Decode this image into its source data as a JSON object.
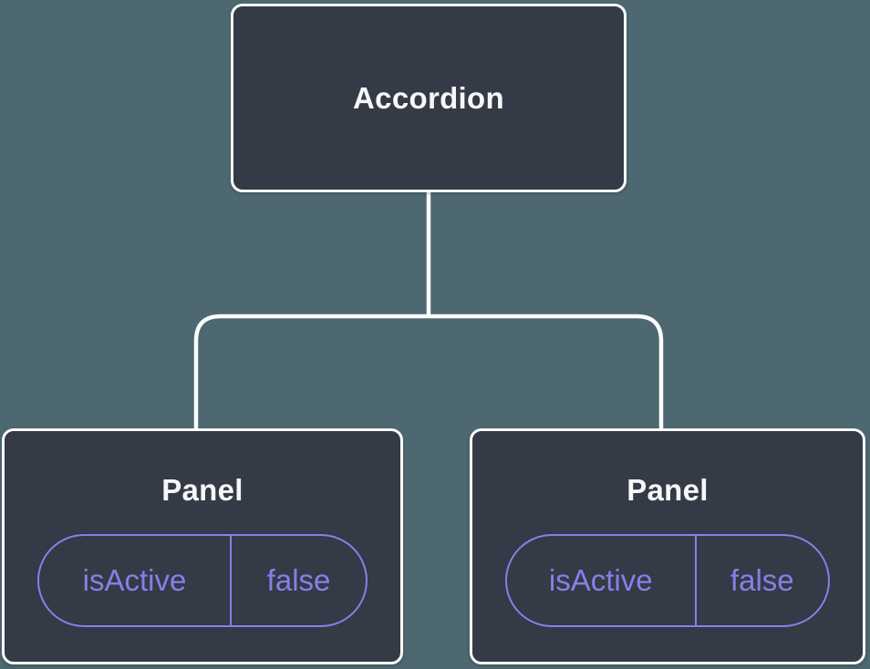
{
  "theme": {
    "background": "#4D6871",
    "node-fill": "#343A46",
    "node-border": "#FCFCFC",
    "connector": "#FCFCFC",
    "text": "#F6F7F9",
    "accent": "#8481E6"
  },
  "diagram": {
    "root": {
      "label": "Accordion"
    },
    "children": [
      {
        "label": "Panel",
        "prop": {
          "name": "isActive",
          "value": "false"
        }
      },
      {
        "label": "Panel",
        "prop": {
          "name": "isActive",
          "value": "false"
        }
      }
    ]
  }
}
